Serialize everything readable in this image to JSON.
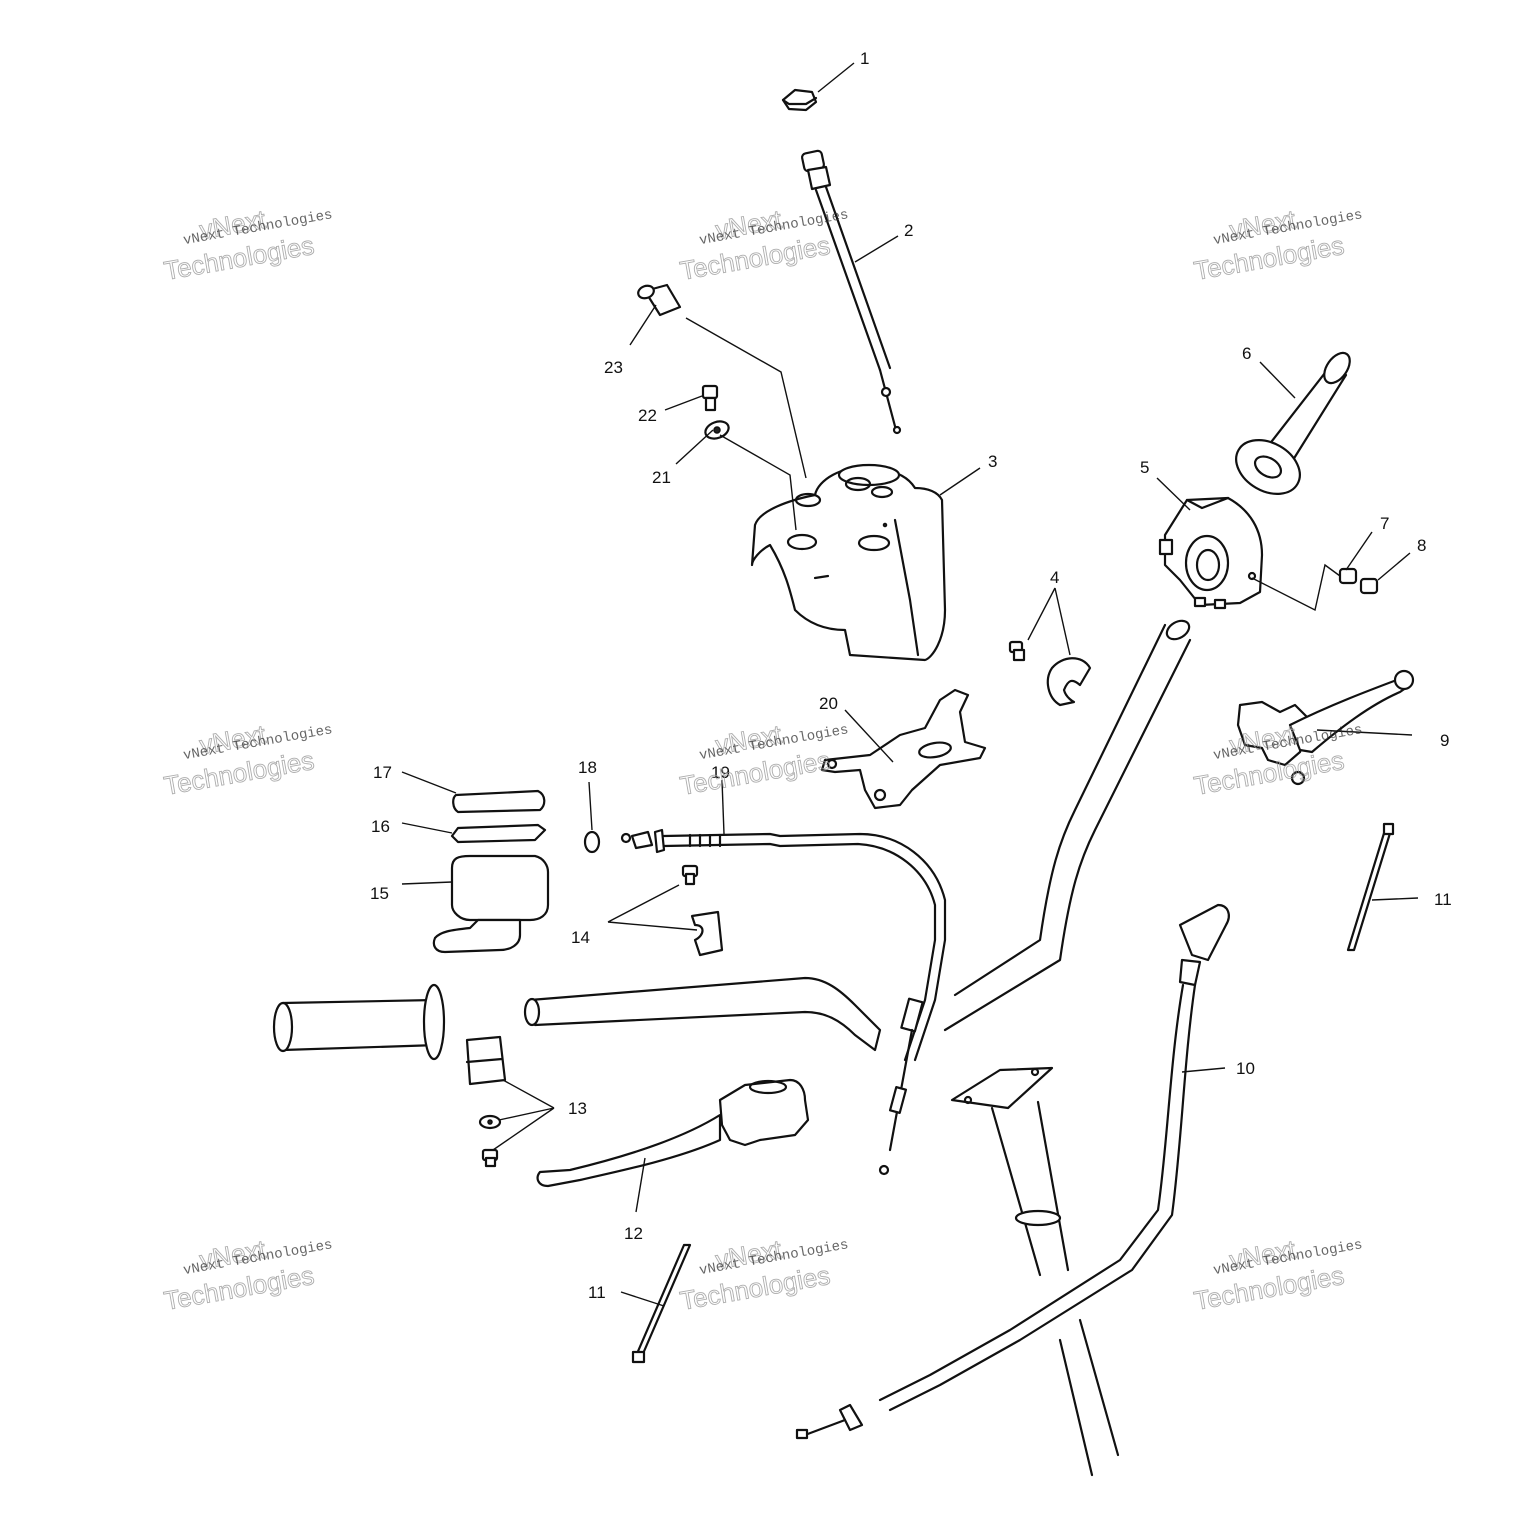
{
  "callouts": {
    "c1": "1",
    "c2": "2",
    "c3": "3",
    "c4": "4",
    "c5": "5",
    "c6": "6",
    "c7": "7",
    "c8": "8",
    "c9": "9",
    "c10": "10",
    "c11a": "11",
    "c11b": "11",
    "c12": "12",
    "c13": "13",
    "c14": "14",
    "c15": "15",
    "c16": "16",
    "c17": "17",
    "c18": "18",
    "c19": "19",
    "c20": "20",
    "c21": "21",
    "c22": "22",
    "c23": "23"
  },
  "watermark": {
    "line_small": "vNext Technologies",
    "line_big_1": "vNext",
    "line_big_2": "Technologies"
  },
  "colors": {
    "ink": "#111111",
    "watermark": "#9a9a9a",
    "background": "#ffffff"
  }
}
